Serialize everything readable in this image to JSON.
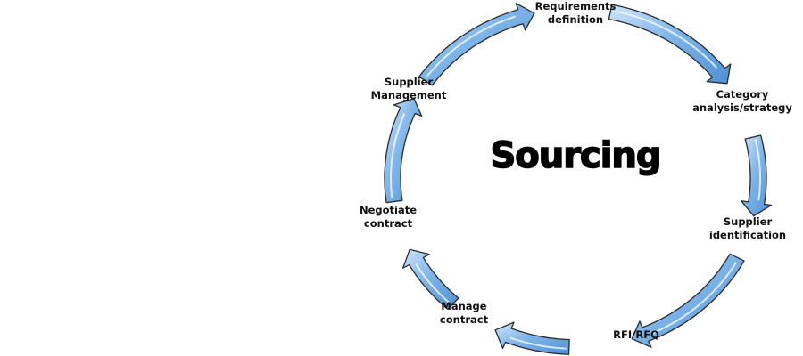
{
  "diagram": {
    "title": "Sourcing",
    "colors": {
      "arrow_fill_light": "#cfe6fb",
      "arrow_fill_mid": "#7fb6ea",
      "arrow_fill_dark": "#4f8fd3",
      "arrow_outline": "#2b2b2b",
      "text": "#111111",
      "background": "#ffffff"
    },
    "steps": [
      {
        "id": "requirements",
        "line1": "Requirements",
        "line2": "definition"
      },
      {
        "id": "category",
        "line1": "Category",
        "line2": "analysis/strategy"
      },
      {
        "id": "supplier-identification",
        "line1": "Supplier",
        "line2": "identification"
      },
      {
        "id": "rfi-rfq",
        "line1": "RFI/RFQ",
        "line2": ""
      },
      {
        "id": "manage-contract",
        "line1": "Manage",
        "line2": "contract"
      },
      {
        "id": "negotiate-contract",
        "line1": "Negotiate",
        "line2": "contract"
      },
      {
        "id": "supplier-management",
        "line1": "Supplier",
        "line2": "Management"
      }
    ],
    "flow": [
      {
        "from": "supplier-management",
        "to": "requirements"
      },
      {
        "from": "requirements",
        "to": "category"
      },
      {
        "from": "category",
        "to": "supplier-identification"
      },
      {
        "from": "supplier-identification",
        "to": "rfi-rfq"
      },
      {
        "from": "rfi-rfq",
        "to": "manage-contract"
      },
      {
        "from": "manage-contract",
        "to": "negotiate-contract"
      },
      {
        "from": "negotiate-contract",
        "to": "supplier-management"
      }
    ],
    "direction": "clockwise"
  }
}
